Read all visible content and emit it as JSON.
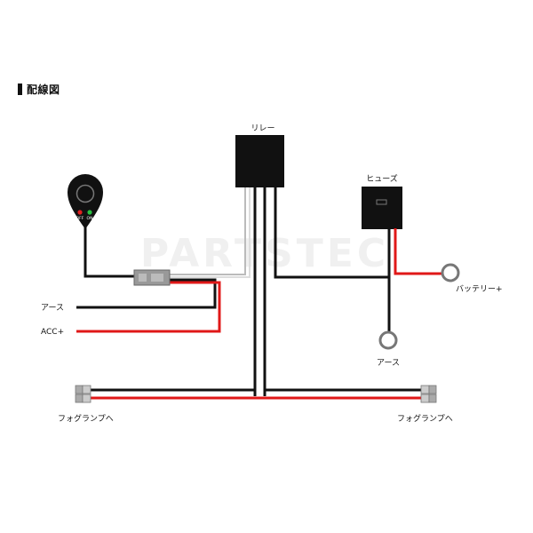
{
  "title": "配線図",
  "watermark": "PARTSTEC",
  "labels": {
    "relay": "リレー",
    "fuse": "ヒューズ",
    "battery": "バッテリー+",
    "ground_left": "アース",
    "ground_right": "アース",
    "acc": "ACC+",
    "foglamp_left": "フォグランプへ",
    "foglamp_right": "フォグランプへ"
  },
  "switch": {
    "off_label": "OFF",
    "on_label": "ON",
    "off_color": "#e02020",
    "on_color": "#28c040"
  },
  "colors": {
    "wire_red": "#e01818",
    "wire_black": "#111111",
    "wire_white": "#cccccc",
    "connector": "#999999"
  }
}
